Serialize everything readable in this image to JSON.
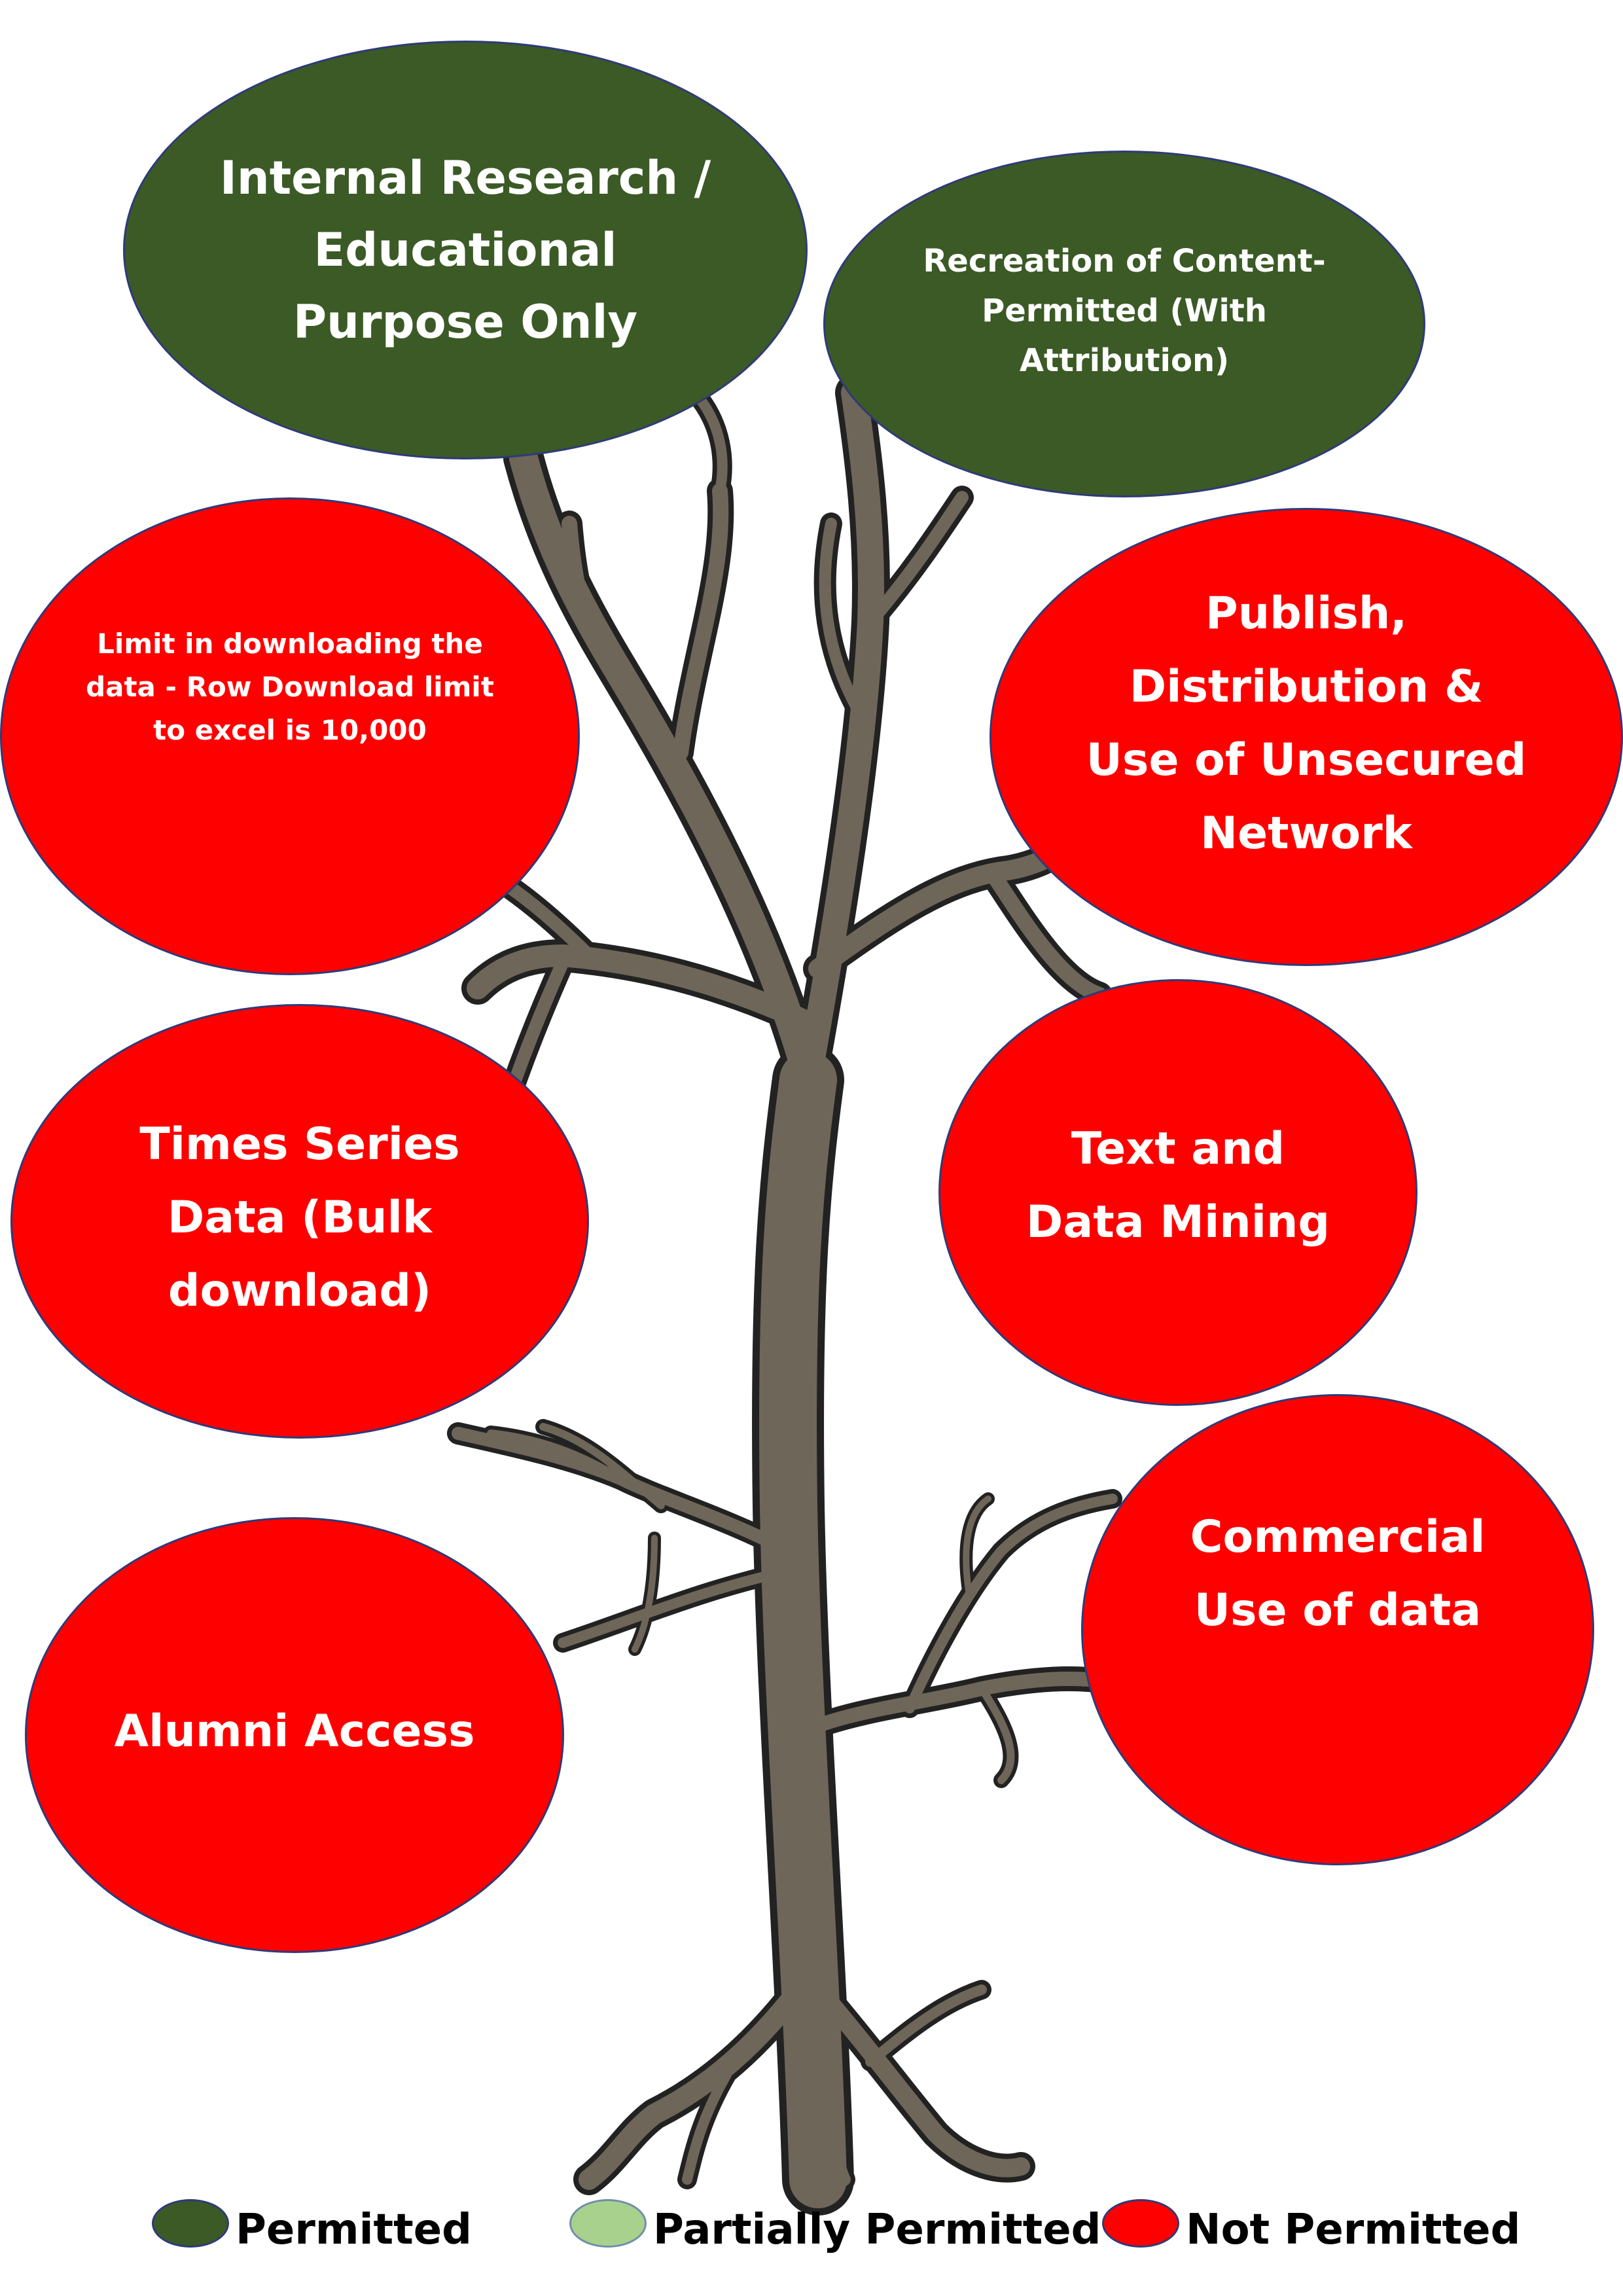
{
  "nodes": {
    "internal_research": {
      "lines": [
        "Internal Research /",
        "Educational",
        "Purpose Only"
      ],
      "status": "Permitted"
    },
    "recreation": {
      "lines": [
        "Recreation of Content-",
        "Permitted (With",
        "Attribution)"
      ],
      "status": "Permitted"
    },
    "limit_download": {
      "lines": [
        "Limit in downloading the",
        "data - Row Download limit",
        "to excel is 10,000"
      ],
      "status": "Not Permitted"
    },
    "publish": {
      "lines": [
        "Publish,",
        "Distribution &",
        "Use of Unsecured",
        "Network"
      ],
      "status": "Not Permitted"
    },
    "time_series": {
      "lines": [
        "Times Series",
        "Data (Bulk",
        "download)"
      ],
      "status": "Not Permitted"
    },
    "text_mining": {
      "lines": [
        "Text and",
        "Data Mining"
      ],
      "status": "Not Permitted"
    },
    "alumni": {
      "lines": [
        "Alumni Access"
      ],
      "status": "Not Permitted"
    },
    "commercial": {
      "lines": [
        "Commercial",
        "Use of data"
      ],
      "status": "Not Permitted"
    }
  },
  "legend": [
    {
      "label": "Permitted",
      "color": "#3b5a26"
    },
    {
      "label": "Partially Permitted",
      "color": "#a9d18e"
    },
    {
      "label": "Not Permitted",
      "color": "#ff0000"
    }
  ],
  "colors": {
    "permitted": "#3b5a26",
    "partially_permitted": "#a9d18e",
    "not_permitted": "#ff0000",
    "trunk": "#6e6658",
    "outline": "#2b2b2b"
  }
}
